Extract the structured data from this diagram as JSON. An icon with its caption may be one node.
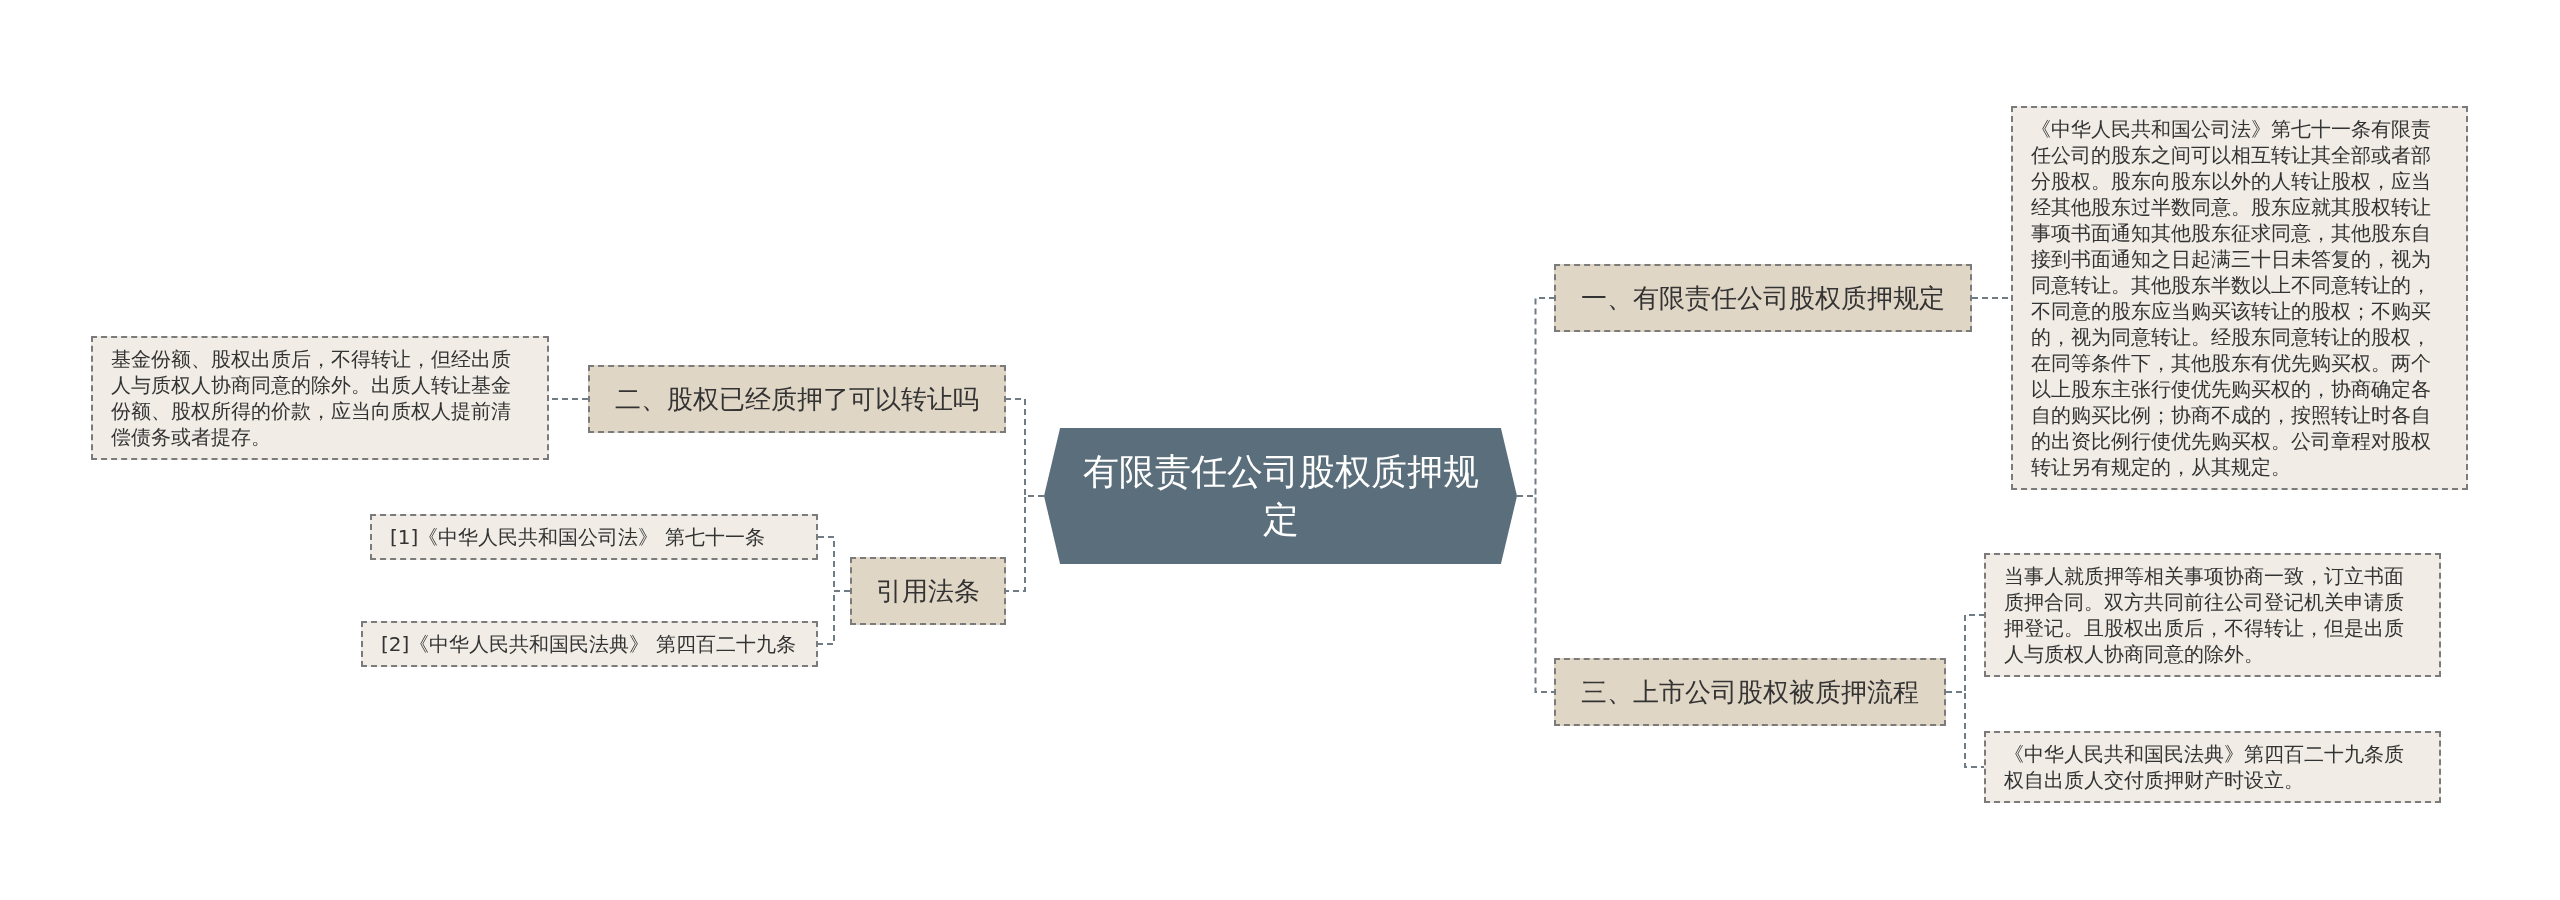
{
  "diagram": {
    "nodes": [
      {
        "text": [
          "有限责任公司股权质押规定"
        ]
      },
      {
        "text": [
          "一、有限责任公司股权质押规定"
        ]
      },
      {
        "text": [
          "《中华人民共和国公司法》第七十一条有限责任公司的股东之间可以相互转让其全部或者部分股权。股东向股东以外的人转让股权，应当经其他股东过半数同意。股东应就其股权转让事项书面通知其他股东征求同意，其他股东自接到书面通知之日起满三十日未答复的，视为同意转让。其他股东半数以上不同意转让的，不同意的股东应当购买该转让的股权；不购买的，视为同意转让。经股东同意转让的股权，在同等条件下，其他股东有优先购买权。两个以上股东主张行使优先购买权的，协商确定各自的购买比例；协商不成的，按照转让时各自的出资比例行使优先购买权。公司章程对股权转让另有规定的，从其规定。"
        ]
      },
      {
        "text": [
          "三、上市公司股权被质押流程"
        ]
      },
      {
        "text": [
          "当事人就质押等相关事项协商一致，订立书面质押合同。双方共同前往公司登记机关申请质押登记。且股权出质后，不得转让，但是出质人与质权人协商同意的除外。"
        ]
      },
      {
        "text": [
          "《中华人民共和国民法典》第四百二十九条质权自出质人交付质押财产时设立。"
        ]
      },
      {
        "text": [
          "二、股权已经质押了可以转让吗"
        ]
      },
      {
        "text": [
          "基金份额、股权出质后，不得转让，但经出质人与质权人协商同意的除外。出质人转让基金份额、股权所得的价款，应当向质权人提前清偿债务或者提存。"
        ]
      },
      {
        "text": [
          "引用法条"
        ]
      },
      {
        "text": [
          "[1]《中华人民共和国公司法》 第七十一条"
        ]
      },
      {
        "text": [
          "[2]《中华人民共和国民法典》 第四百二十九条"
        ]
      }
    ],
    "edges": [
      {
        "from": 0,
        "to": 1,
        "arrow": "none"
      },
      {
        "from": 1,
        "to": 2,
        "arrow": "none"
      },
      {
        "from": 0,
        "to": 3,
        "arrow": "none"
      },
      {
        "from": 3,
        "to": 4,
        "arrow": "none"
      },
      {
        "from": 3,
        "to": 5,
        "arrow": "none"
      },
      {
        "from": 0,
        "to": 6,
        "arrow": "none"
      },
      {
        "from": 6,
        "to": 7,
        "arrow": "none"
      },
      {
        "from": 0,
        "to": 8,
        "arrow": "none"
      },
      {
        "from": 8,
        "to": 9,
        "arrow": "none"
      },
      {
        "from": 8,
        "to": 10,
        "arrow": "none"
      }
    ]
  }
}
